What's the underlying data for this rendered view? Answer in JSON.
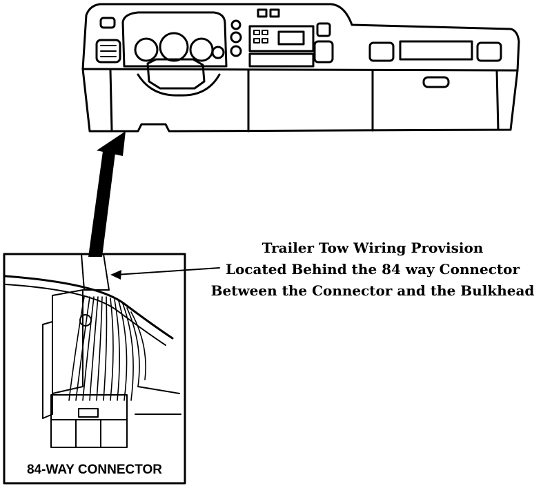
{
  "callout": {
    "line1": "Trailer Tow Wiring Provision",
    "line2": "Located Behind the 84 way Connector",
    "line3": "Between the Connector and the Bulkhead"
  },
  "inset": {
    "caption": "84-WAY CONNECTOR"
  }
}
